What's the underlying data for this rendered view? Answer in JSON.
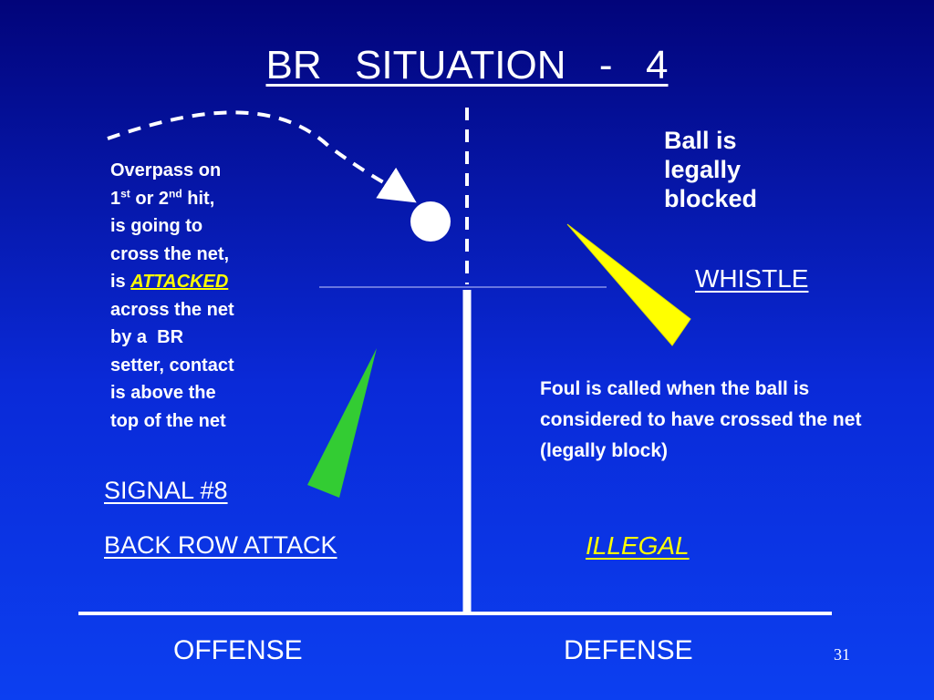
{
  "slide": {
    "title": "BR  SITUATION  -  4",
    "description": {
      "line1": "Overpass on",
      "line2_a": "1",
      "line2_sup1": "st",
      "line2_b": " or 2",
      "line2_sup2": "nd",
      "line2_c": " hit,",
      "line3": "is going to",
      "line4": "cross the net,",
      "line5_a": "is ",
      "line5_highlight": "ATTACKED",
      "line6": "across the net",
      "line7": "by a  BR",
      "line8": "setter, contact",
      "line9": "is above the",
      "line10": "top of the net"
    },
    "blocked_label": "Ball is legally blocked",
    "whistle_label": "WHISTLE",
    "foul_note": "Foul is called when the ball is considered to have crossed the net (legally block)",
    "signal_label": "SIGNAL #8",
    "back_row_attack_label": "BACK ROW ATTACK",
    "illegal_label": "ILLEGAL",
    "offense_label": "OFFENSE",
    "defense_label": "DEFENSE",
    "page_number": "31"
  },
  "colors": {
    "background_top": "#02047a",
    "background_bottom": "#0c3ff0",
    "highlight": "#ffff00",
    "green_arm": "#33cc33",
    "yellow_arm": "#ffff00"
  }
}
